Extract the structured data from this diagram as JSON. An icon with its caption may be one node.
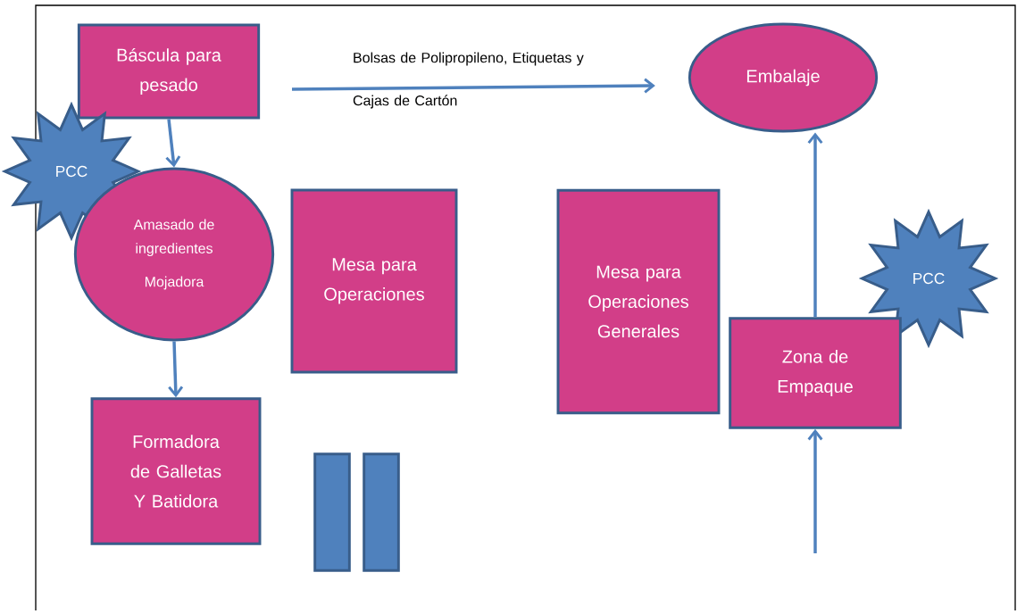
{
  "diagram": {
    "nodes": [
      {
        "text": [
          "Báscula para pesado"
        ]
      },
      {
        "text": [
          "PCC"
        ]
      },
      {
        "text": [
          "Amasado de ingredientes",
          "Mojadora"
        ]
      },
      {
        "text": [
          "Mesa para Operaciones"
        ]
      },
      {
        "text": [
          "Formadora de Galletas Y Batidora"
        ]
      },
      {
        "text": [],
        "shape": "bar"
      },
      {
        "text": [],
        "shape": "bar"
      },
      {
        "text": [
          "Embalaje"
        ]
      },
      {
        "text": [
          "Mesa para Operaciones Generales"
        ]
      },
      {
        "text": [
          "PCC"
        ]
      },
      {
        "text": [
          "Zona de Empaque"
        ]
      }
    ],
    "edges": [
      {
        "from": 0,
        "to": 2,
        "arrow": "to"
      },
      {
        "from": 2,
        "to": 4,
        "arrow": "to"
      },
      {
        "from": null,
        "to": 7,
        "arrow": "to",
        "label": "Bolsas de Polipropileno, Etiquetas y Cajas de Cartón"
      },
      {
        "from": 10,
        "to": 7,
        "arrow": "to"
      },
      {
        "from": null,
        "to": 10,
        "arrow": "to"
      }
    ]
  }
}
